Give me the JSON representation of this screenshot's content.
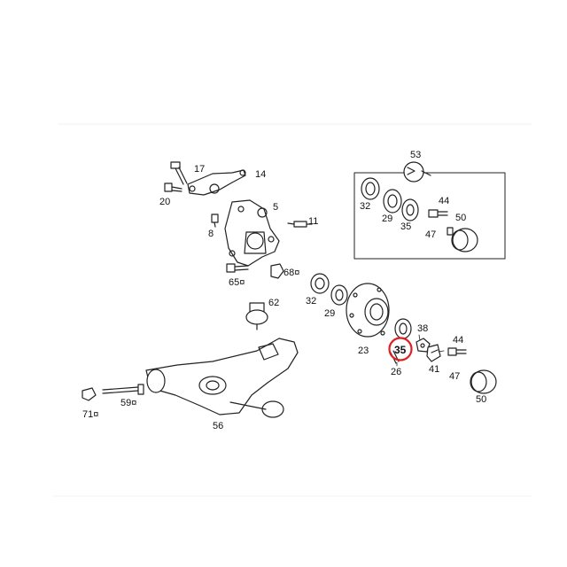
{
  "highlight_color": "#e02020",
  "labels": {
    "n17": "17",
    "n14": "14",
    "n20": "20",
    "n5": "5",
    "n8": "8",
    "n11": "11",
    "n65": "65¤",
    "n68": "68¤",
    "n53": "53",
    "n32a": "32",
    "n29a": "29",
    "n35a": "35",
    "n44a": "44",
    "n47a": "47",
    "n50a": "50",
    "n32b": "32",
    "n29b": "29",
    "n62": "62",
    "n23": "23",
    "n35b": "35",
    "n38": "38",
    "n44b": "44",
    "n26": "26",
    "n41": "41",
    "n47b": "47",
    "n50b": "50",
    "n71": "71¤",
    "n59": "59¤",
    "n56": "56"
  }
}
